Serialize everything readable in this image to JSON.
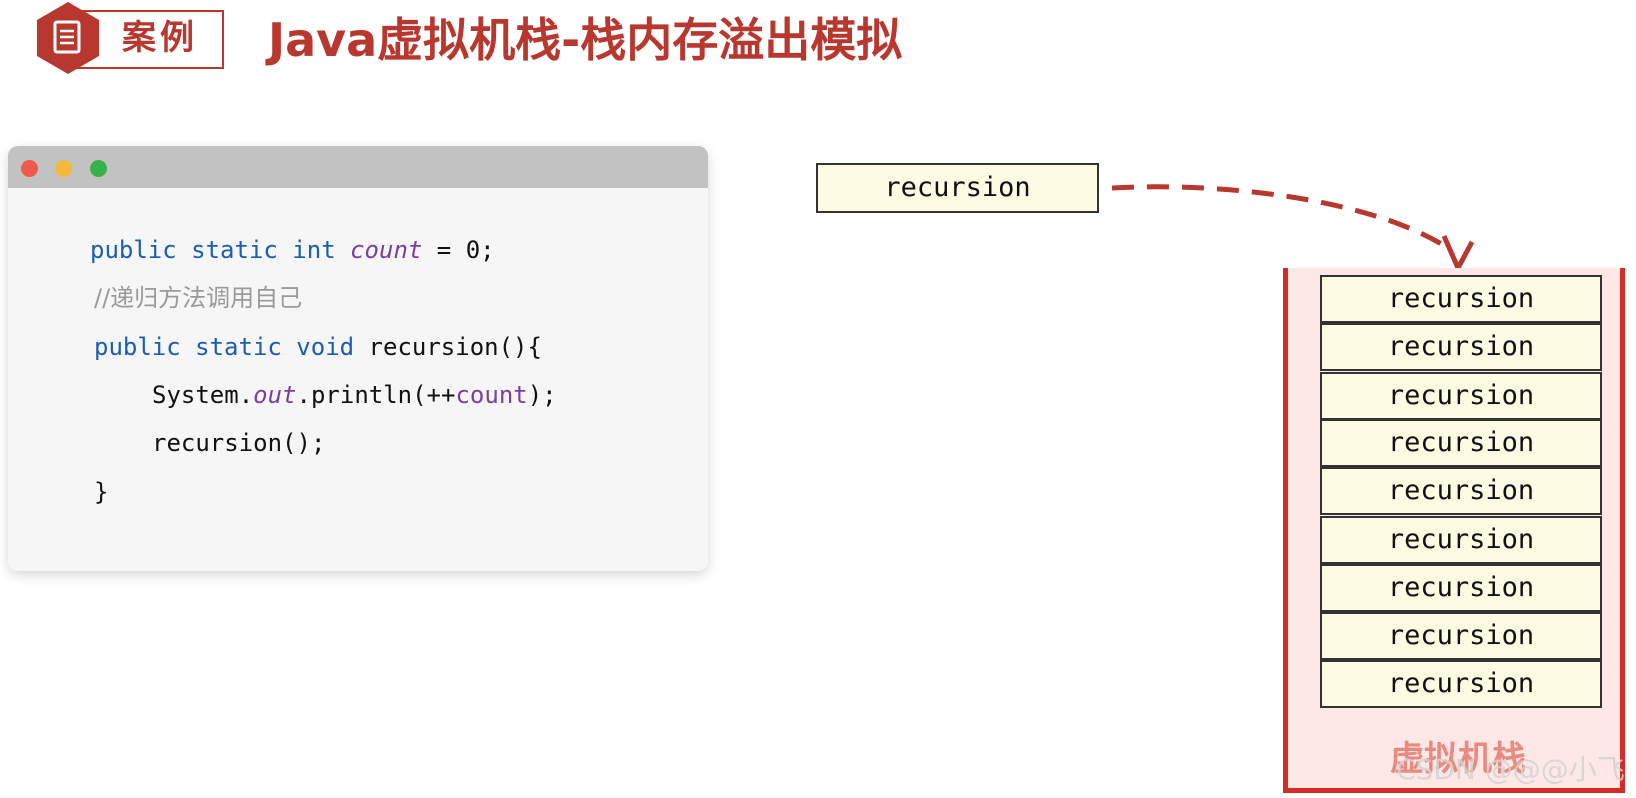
{
  "header": {
    "badge_label": "案例",
    "title": "Java虚拟机栈-栈内存溢出模拟"
  },
  "code": {
    "line1": {
      "kw": "public static int ",
      "field": "count",
      "rest": " = 0;"
    },
    "line2": {
      "comment": "//递归方法调用自己"
    },
    "line3": {
      "kw": "public static void ",
      "rest": "recursion(){"
    },
    "line4": {
      "pre": "System.",
      "field": "out",
      "mid": ".println(++",
      "var": "count",
      "end": ");"
    },
    "line5": {
      "text": "recursion();"
    },
    "line6": {
      "text": "}"
    }
  },
  "new_frame": {
    "label": "recursion"
  },
  "stack": {
    "label": "虚拟机栈",
    "frames": [
      "recursion",
      "recursion",
      "recursion",
      "recursion",
      "recursion",
      "recursion",
      "recursion",
      "recursion",
      "recursion"
    ]
  },
  "watermark": "CSDN @@@小飞",
  "colors": {
    "accent": "#b8382f",
    "stack_border": "#d42d27",
    "stack_fill": "#fde8e6",
    "frame_fill": "#fdfbe3",
    "keyword": "#1a5db1",
    "field": "#7b3fa1"
  }
}
